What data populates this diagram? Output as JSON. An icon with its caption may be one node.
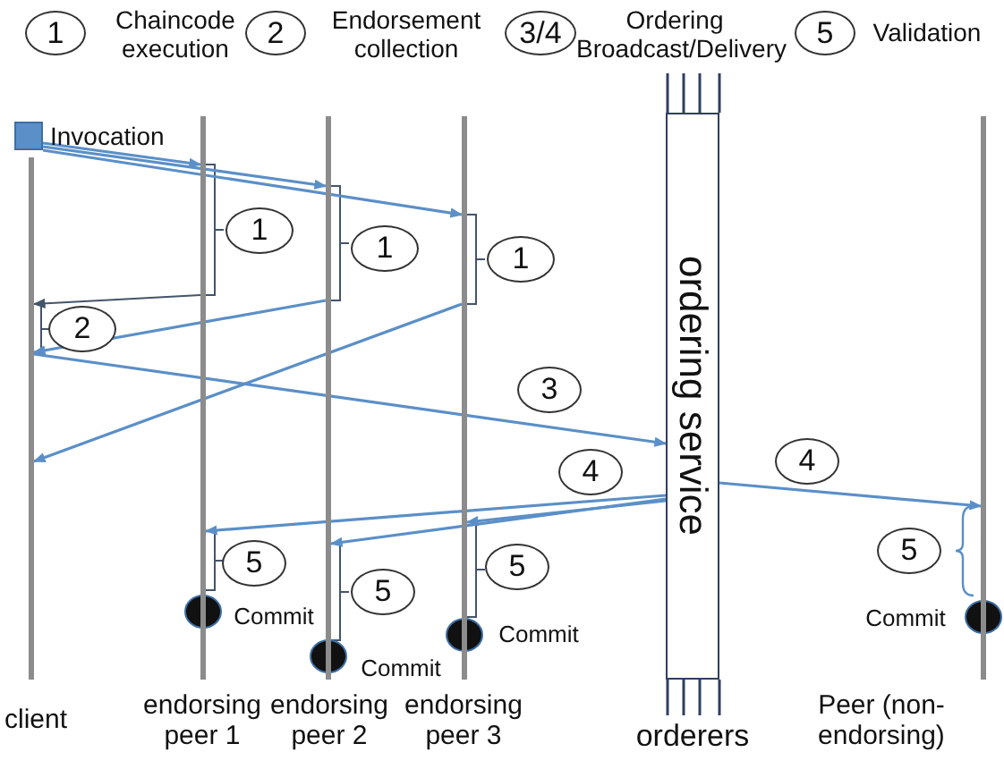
{
  "diagram": {
    "nodes": [
      {
        "text": [],
        "shape": "box",
        "beside": [
          "Invocation"
        ]
      },
      {
        "text": [],
        "shape": "bar",
        "beside": [
          "client"
        ]
      },
      {
        "text": [],
        "shape": "bar",
        "beside": [
          "endorsing peer 1"
        ]
      },
      {
        "text": [],
        "shape": "bar",
        "beside": [
          "endorsing peer 2"
        ]
      },
      {
        "text": [],
        "shape": "bar",
        "beside": [
          "endorsing peer 3"
        ]
      },
      {
        "text": [
          "ordering service"
        ],
        "beside": [
          "orderers"
        ]
      },
      {
        "text": [],
        "shape": "bar",
        "beside": [
          "Peer (non-endorsing)"
        ]
      }
    ],
    "edges": [
      {
        "from": 0,
        "to": 2,
        "arrow": "to"
      },
      {
        "from": 0,
        "to": 3,
        "arrow": "to"
      },
      {
        "from": 0,
        "to": 4,
        "arrow": "to"
      },
      {
        "from": 2,
        "to": 1,
        "arrow": "to",
        "color": "#44546a"
      },
      {
        "from": 3,
        "to": 1,
        "arrow": "to"
      },
      {
        "from": 4,
        "to": 1,
        "arrow": "to"
      },
      {
        "from": 1,
        "to": 5,
        "arrow": "to"
      },
      {
        "from": 5,
        "to": 2,
        "arrow": "to"
      },
      {
        "from": 5,
        "to": 3,
        "arrow": "to"
      },
      {
        "from": 5,
        "to": 4,
        "arrow": "to"
      },
      {
        "from": 5,
        "to": 6,
        "arrow": "to"
      }
    ],
    "labels": [
      "1",
      "Chaincode execution",
      "2",
      "Endorsement collection",
      "3/4",
      "Ordering Broadcast/Delivery",
      "5",
      "Validation",
      "1",
      "1",
      "1",
      "2",
      "3",
      "4",
      "4",
      "5",
      "Commit",
      "5",
      "5",
      "Commit",
      "Commit",
      "5",
      "Commit"
    ]
  }
}
